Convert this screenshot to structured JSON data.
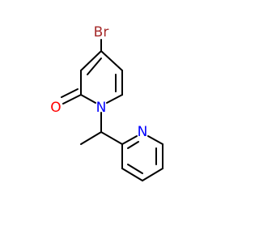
{
  "molecule": {
    "atoms": {
      "bromine": "Br",
      "carbonyl_oxygen": "O",
      "pyridinone_nitrogen": "N",
      "pyridine_nitrogen": "N"
    },
    "colors": {
      "bond": "#000000",
      "bromine": "#a52a2a",
      "oxygen": "#ff0000",
      "nitrogen": "#0000ff",
      "background": "#ffffff"
    }
  }
}
